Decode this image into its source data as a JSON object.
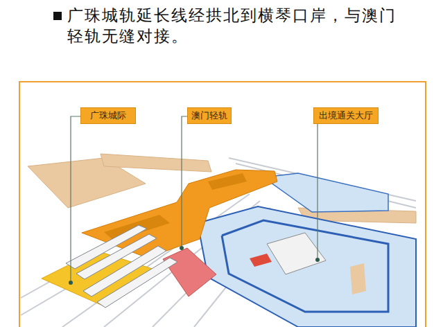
{
  "diagram": {
    "title": "广珠城轨延长线经拱北到横琴口岸，与澳门轻轨无缝对接。",
    "nodes": [
      {
        "text": [
          "广珠城际"
        ]
      },
      {
        "text": [
          "澳门轻轨"
        ]
      },
      {
        "text": [
          "出境通关大厅"
        ]
      }
    ]
  }
}
